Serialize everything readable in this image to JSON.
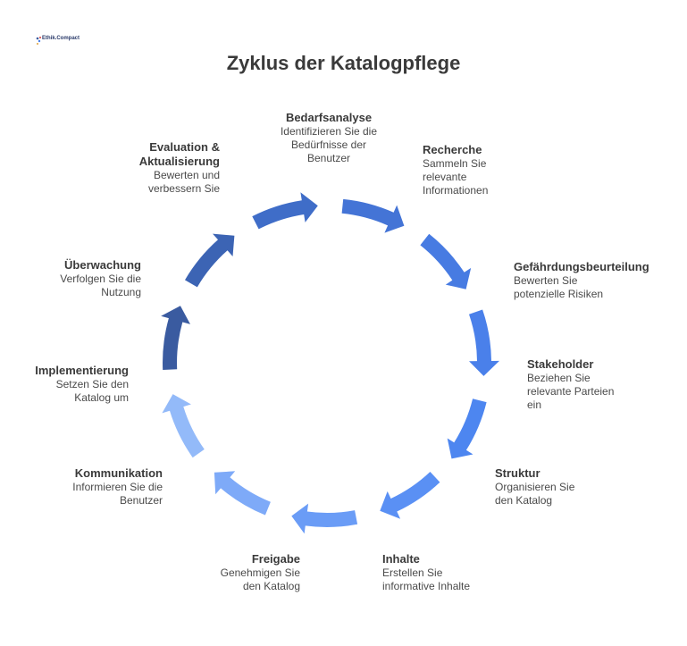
{
  "title": "Zyklus der Katalogpflege",
  "logo": {
    "text": "Ethik.Compact"
  },
  "steps": [
    {
      "title": "Bedarfsanalyse",
      "desc": "Identifizieren Sie die Bedürfnisse der Benutzer",
      "color": "#3a5ba0"
    },
    {
      "title": "Recherche",
      "desc": "Sammeln Sie relevante Informationen",
      "color": "#3c64b4"
    },
    {
      "title": "Gefährdungsbeurteilung",
      "desc": "Bewerten Sie potenzielle Risiken",
      "color": "#3f6dc8"
    },
    {
      "title": "Stakeholder",
      "desc": "Beziehen Sie relevante Parteien ein",
      "color": "#4474d6"
    },
    {
      "title": "Struktur",
      "desc": "Organisieren Sie den Katalog",
      "color": "#477be2"
    },
    {
      "title": "Inhalte",
      "desc": "Erstellen Sie informative Inhalte",
      "color": "#4a80ea"
    },
    {
      "title": "Freigabe",
      "desc": "Genehmigen Sie den Katalog",
      "color": "#4d86f0"
    },
    {
      "title": "Kommunikation",
      "desc": "Informieren Sie die Benutzer",
      "color": "#5a90f4"
    },
    {
      "title": "Implementierung",
      "desc": "Setzen Sie den Katalog um",
      "color": "#6a9cf6"
    },
    {
      "title": "Überwachung",
      "desc": "Verfolgen Sie die Nutzung",
      "color": "#7eaaf8"
    },
    {
      "title": "Evaluation & Aktualisierung",
      "desc": "Bewerten und verbessern Sie",
      "color": "#93baf9"
    }
  ]
}
